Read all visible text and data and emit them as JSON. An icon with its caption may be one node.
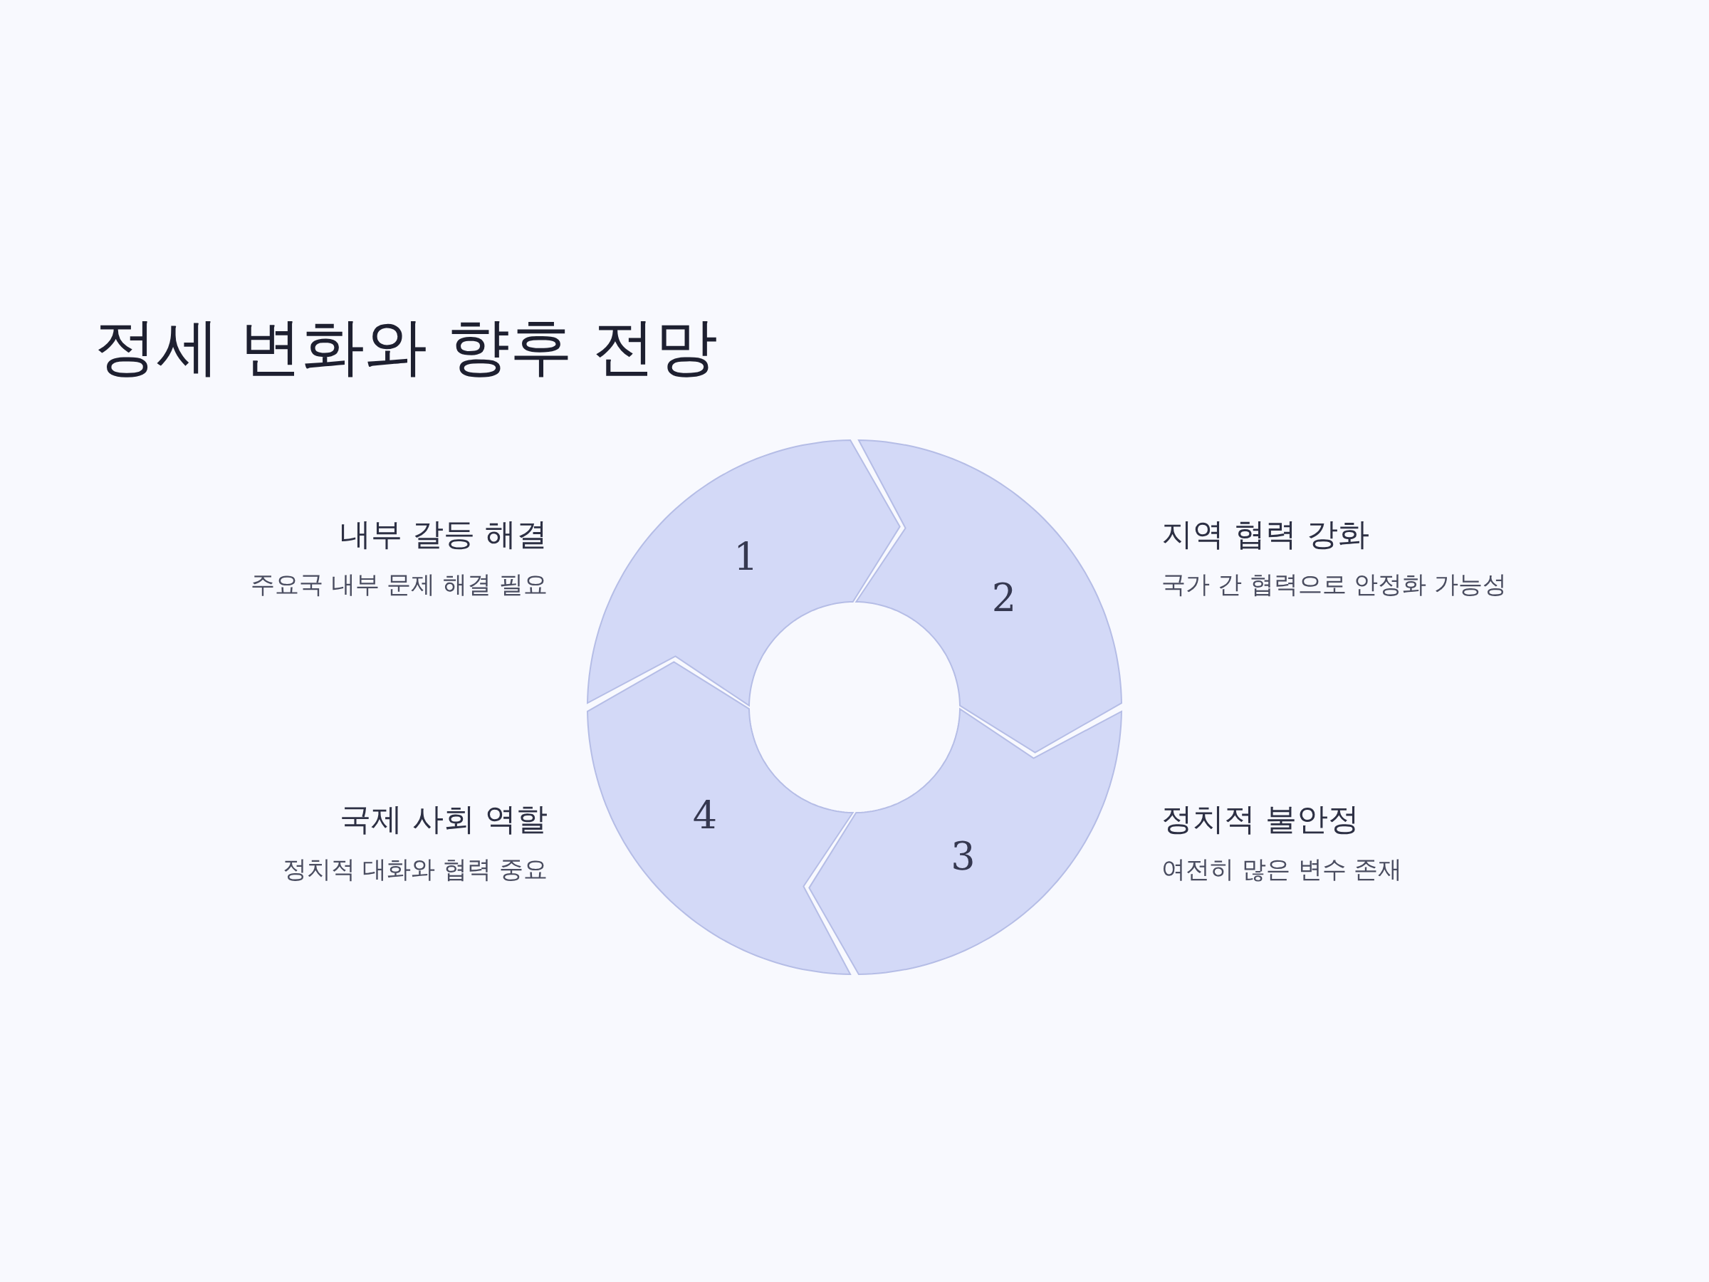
{
  "diagram": {
    "title": "정세 변화와 향후 전망",
    "nodes": [
      {
        "text": [
          "1"
        ],
        "beside": [
          "내부 갈등 해결",
          "주요국 내부 문제 해결 필요"
        ]
      },
      {
        "text": [
          "2"
        ],
        "beside": [
          "지역 협력 강화",
          "국가 간 협력으로 안정화 가능성"
        ]
      },
      {
        "text": [
          "3"
        ],
        "beside": [
          "정치적 불안정",
          "여전히 많은 변수 존재"
        ]
      },
      {
        "text": [
          "4"
        ],
        "beside": [
          "국제 사회 역할",
          "정치적 대화와 협력 중요"
        ]
      }
    ]
  }
}
